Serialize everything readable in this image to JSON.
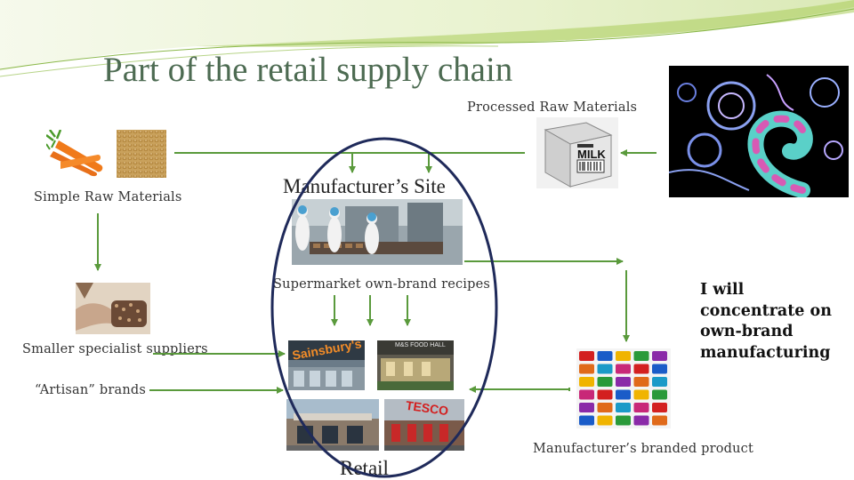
{
  "slide": {
    "title": "Part of the retail supply chain"
  },
  "labels": {
    "processed_raw_materials": "Processed Raw Materials",
    "simple_raw_materials": "Simple Raw Materials",
    "manufacturers_site": "Manufacturer’s Site",
    "supermarket_recipes": "Supermarket own-brand recipes",
    "smaller_specialist_suppliers": "Smaller specialist suppliers",
    "artisan_brands": "“Artisan” brands",
    "retail": "Retail",
    "manufacturers_branded_product": "Manufacturer’s branded product",
    "note_line1": "I will",
    "note_line2": "concentrate on",
    "note_line3": "own-brand",
    "note_line4": "manufacturing"
  },
  "images": {
    "milk_carton_text": "MILK",
    "sainsburys_sign": "Sainsbury's",
    "ms_sign": "M&S FOOD HALL",
    "tesco_sign": "TESCO"
  },
  "colors": {
    "title": "#4d6b52",
    "arrow": "#5a9a3c",
    "ellipse": "#1f2a5a",
    "header_wave": "#c6dc8a"
  }
}
